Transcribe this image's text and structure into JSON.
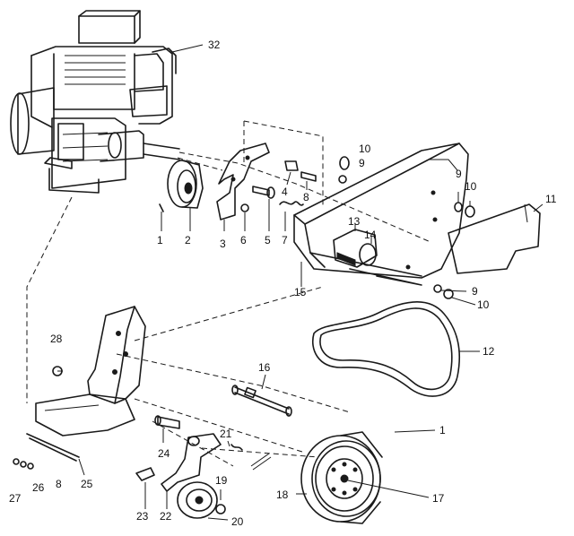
{
  "callouts": [
    {
      "id": "c32",
      "text": "32"
    },
    {
      "id": "c1a",
      "text": "1"
    },
    {
      "id": "c2",
      "text": "2"
    },
    {
      "id": "c3",
      "text": "3"
    },
    {
      "id": "c6",
      "text": "6"
    },
    {
      "id": "c5",
      "text": "5"
    },
    {
      "id": "c4",
      "text": "4"
    },
    {
      "id": "c8a",
      "text": "8"
    },
    {
      "id": "c7",
      "text": "7"
    },
    {
      "id": "c10a",
      "text": "10"
    },
    {
      "id": "c9a",
      "text": "9"
    },
    {
      "id": "c9b",
      "text": "9"
    },
    {
      "id": "c10b",
      "text": "10"
    },
    {
      "id": "c11",
      "text": "11"
    },
    {
      "id": "c13",
      "text": "13"
    },
    {
      "id": "c14",
      "text": "14"
    },
    {
      "id": "c15",
      "text": "15"
    },
    {
      "id": "c9c",
      "text": "9"
    },
    {
      "id": "c10c",
      "text": "10"
    },
    {
      "id": "c12",
      "text": "12"
    },
    {
      "id": "c28",
      "text": "28"
    },
    {
      "id": "c16",
      "text": "16"
    },
    {
      "id": "c1b",
      "text": "1"
    },
    {
      "id": "c24",
      "text": "24"
    },
    {
      "id": "c21",
      "text": "21"
    },
    {
      "id": "c25",
      "text": "25"
    },
    {
      "id": "c27",
      "text": "27"
    },
    {
      "id": "c26",
      "text": "26"
    },
    {
      "id": "c8b",
      "text": "8"
    },
    {
      "id": "c19",
      "text": "19"
    },
    {
      "id": "c18",
      "text": "18"
    },
    {
      "id": "c17",
      "text": "17"
    },
    {
      "id": "c23",
      "text": "23"
    },
    {
      "id": "c22",
      "text": "22"
    },
    {
      "id": "c20",
      "text": "20"
    }
  ]
}
